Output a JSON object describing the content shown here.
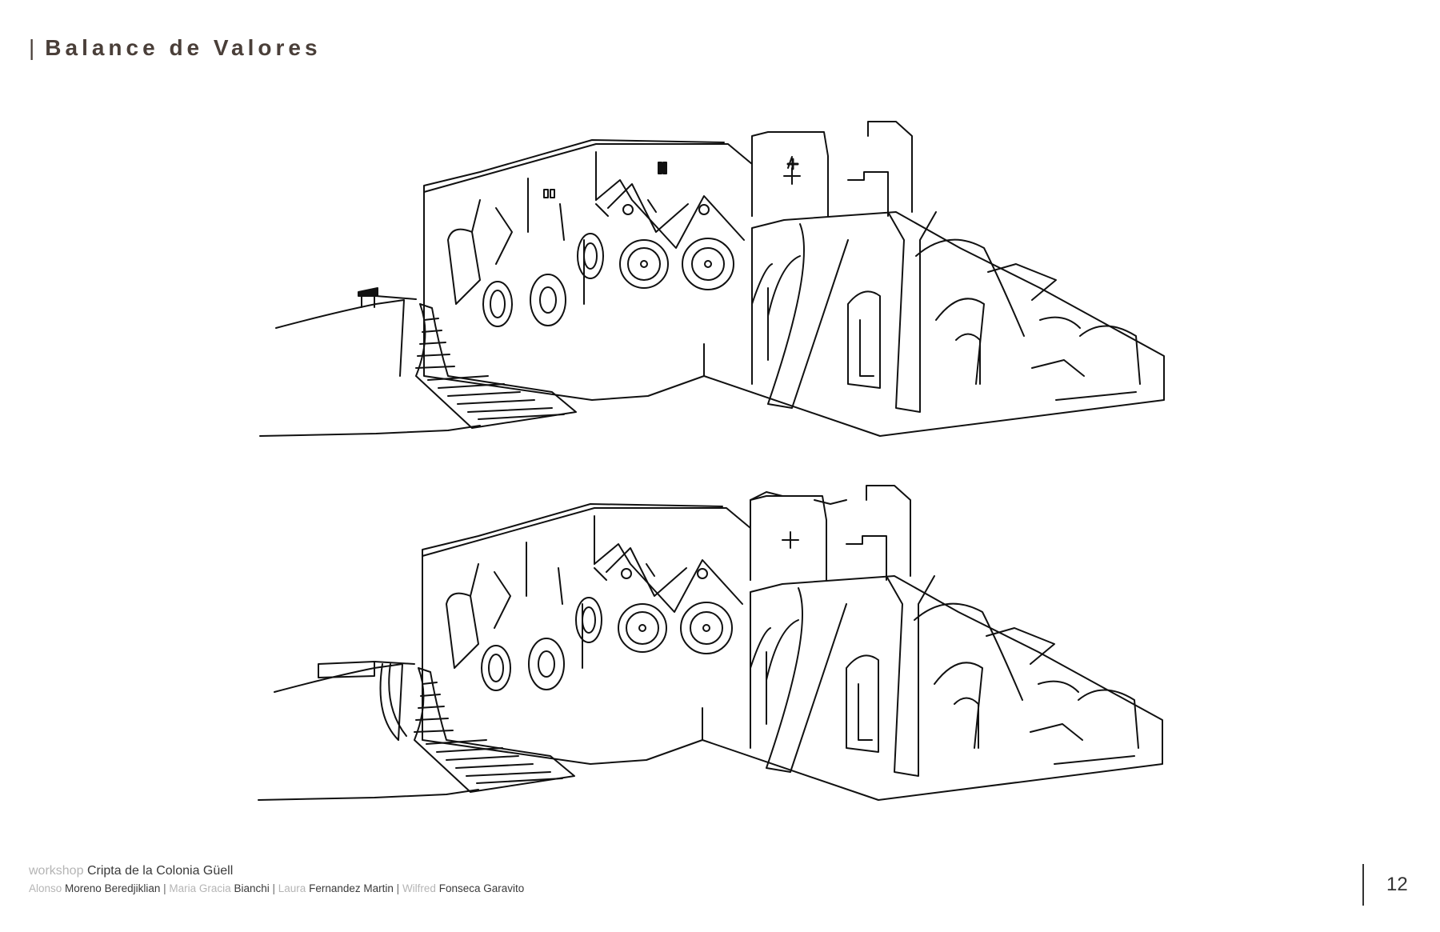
{
  "header": {
    "bar": "|",
    "title": "Balance de Valores"
  },
  "footer": {
    "workshop_label": "workshop",
    "workshop_name": "Cripta de la Colonia Güell",
    "authors": [
      {
        "first": "Alonso",
        "last": "Moreno Beredjiklian"
      },
      {
        "first": "Maria Gracia",
        "last": "Bianchi"
      },
      {
        "first": "Laura",
        "last": "Fernandez Martin"
      },
      {
        "first": "Wilfred",
        "last": "Fonseca Garavito"
      }
    ],
    "separator": "|"
  },
  "page": {
    "number": "12"
  },
  "drawings": [
    {
      "icon": "crypt-elevation-drawing-original"
    },
    {
      "icon": "crypt-elevation-drawing-variant"
    }
  ],
  "colors": {
    "title": "#4a3f39",
    "line": "#111111",
    "muted_text": "#b5b5b5"
  }
}
